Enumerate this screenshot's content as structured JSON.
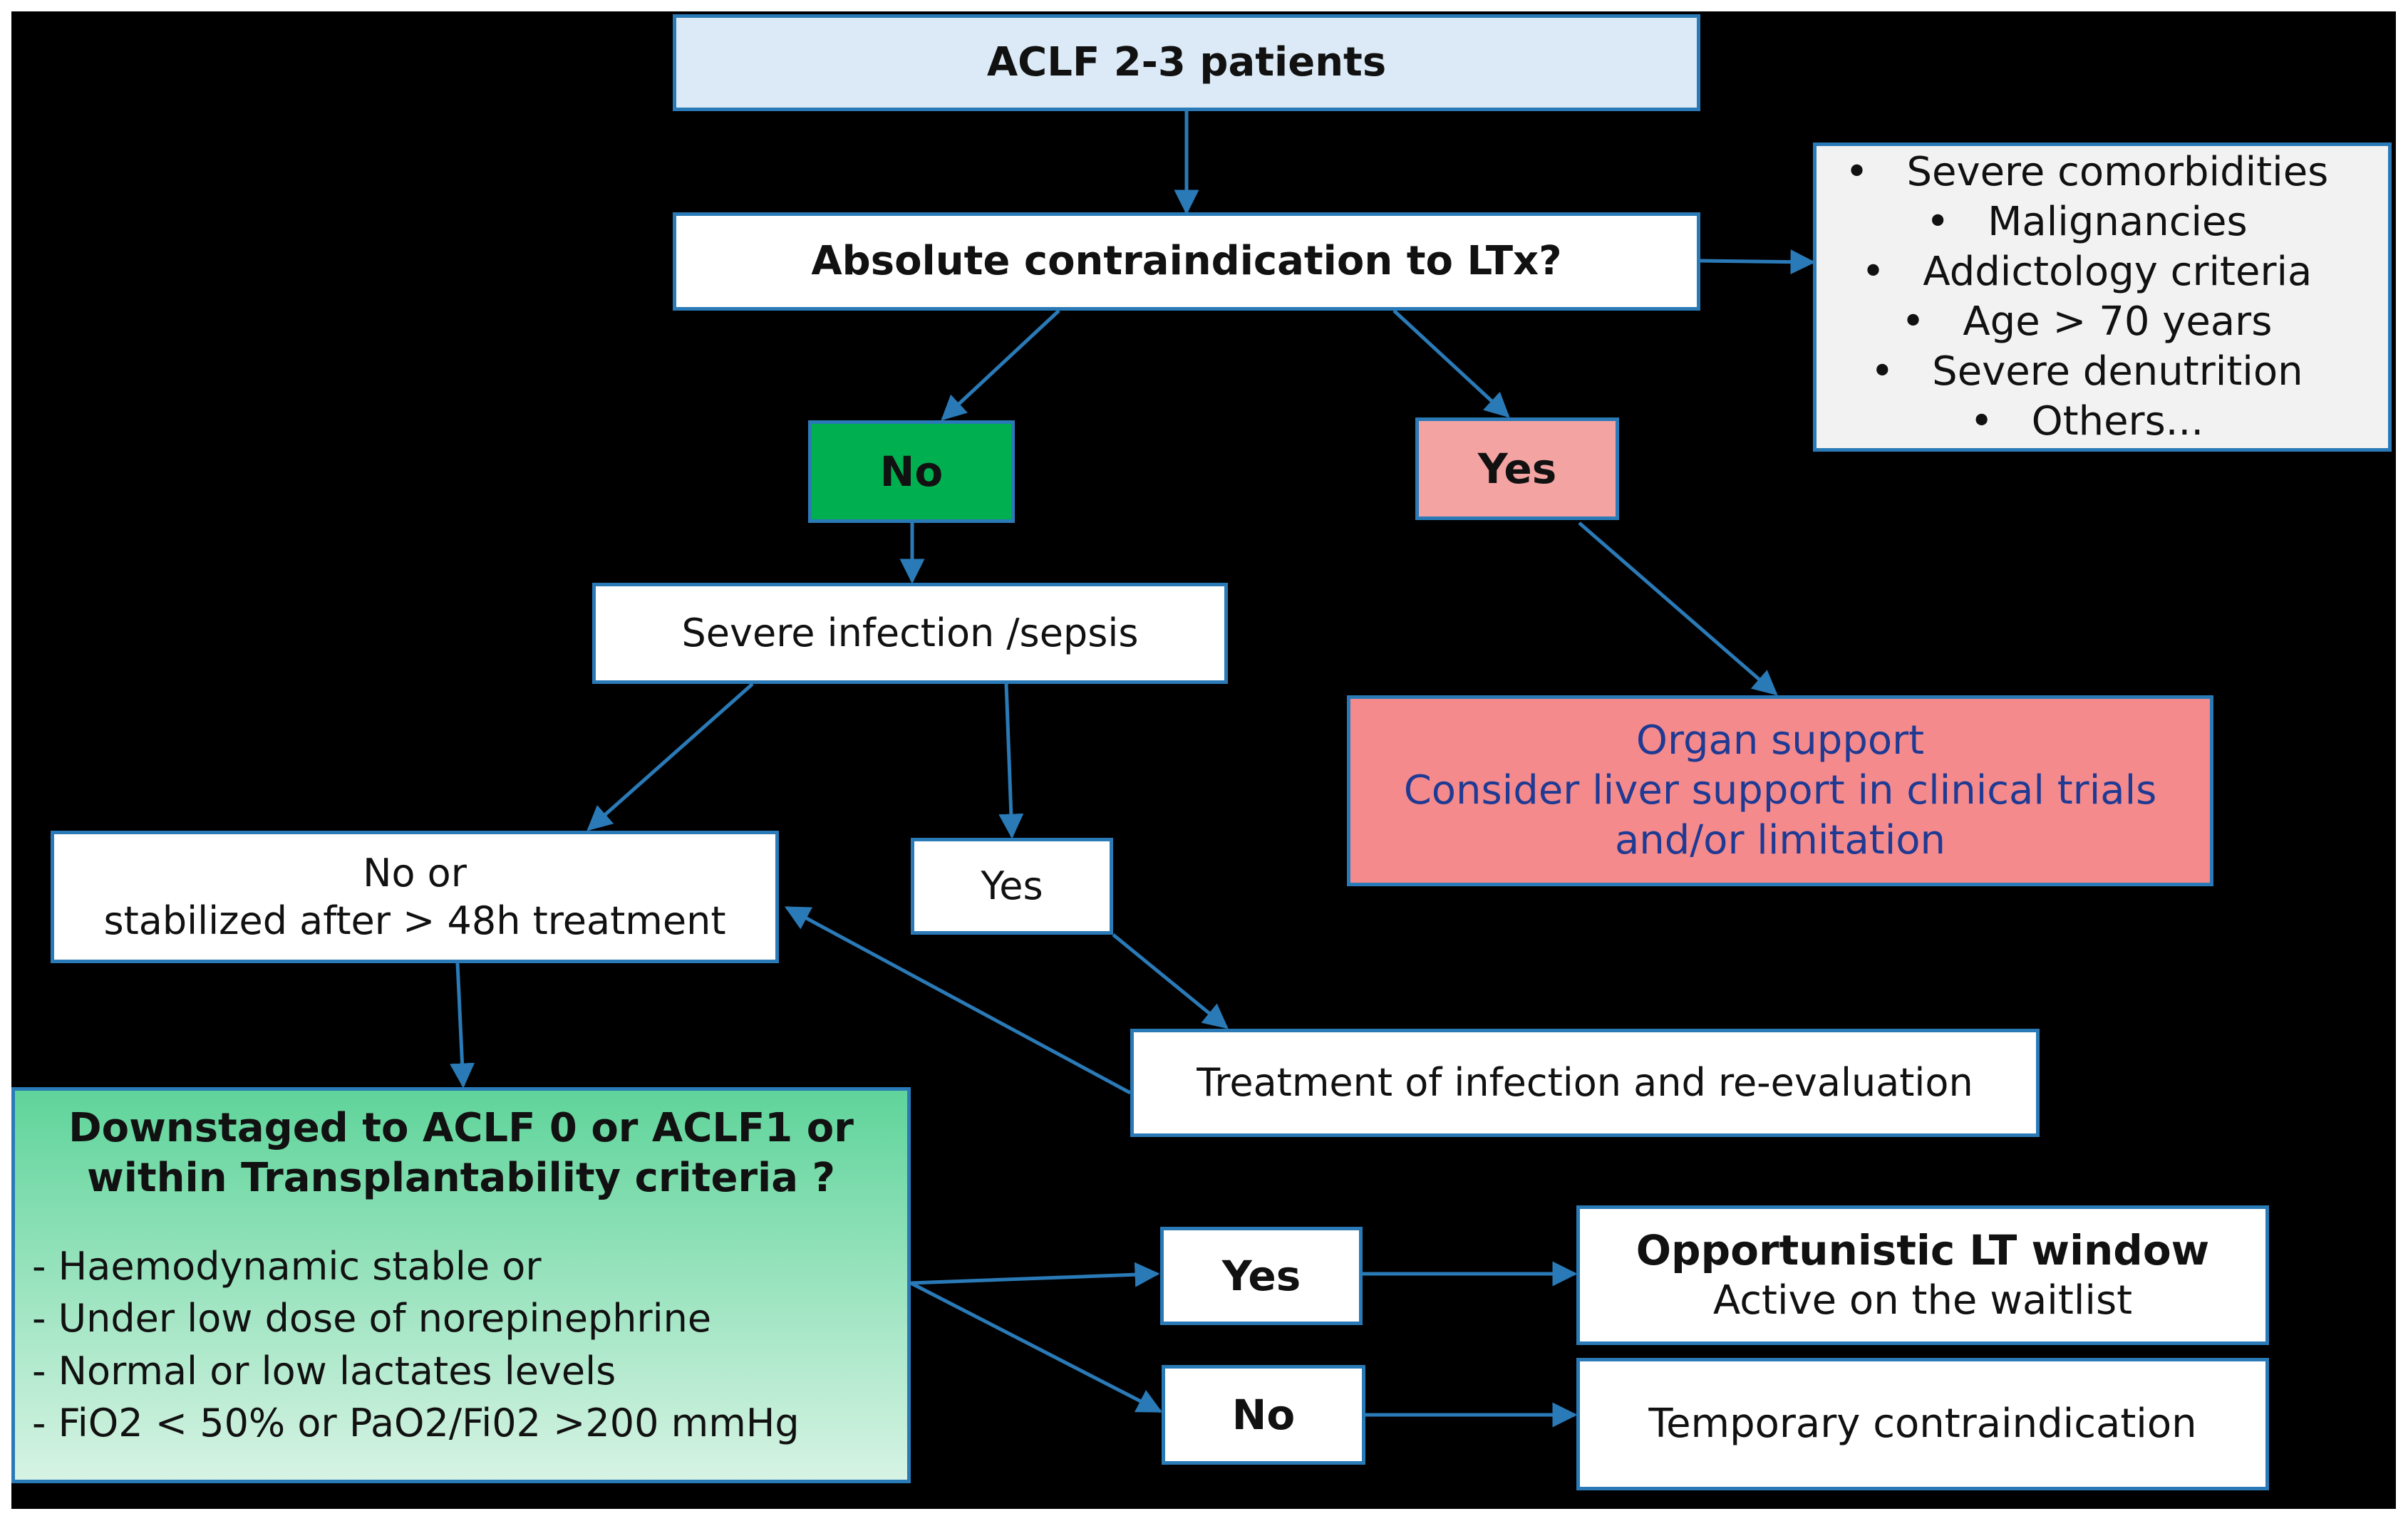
{
  "nodes": {
    "start": "ACLF 2-3 patients",
    "question": "Absolute contraindication to LTx?",
    "contra_list": [
      "Severe comorbidities",
      "Malignancies",
      "Addictology  criteria",
      "Age > 70  years",
      "Severe denutrition",
      "Others..."
    ],
    "no_1": "No",
    "yes_1": "Yes",
    "infection": "Severe infection /sepsis",
    "organ_support": [
      "Organ support",
      "Consider liver support in clinical trials",
      "and/or limitation"
    ],
    "stabilized": [
      "No or",
      "stabilized after > 48h treatment"
    ],
    "yes_2": "Yes",
    "treatment": "Treatment of infection and re-evaluation",
    "downstaged_title": [
      "Downstaged to ACLF 0 or ACLF1 or",
      "within Transplantability criteria ?"
    ],
    "downstaged_items": [
      "-  Haemodynamic stable or",
      "-  Under low dose of norepinephrine",
      "-  Normal or  low lactates levels",
      "-  FiO2 < 50%  or PaO2/Fi02 >200 mmHg"
    ],
    "yes_3": "Yes",
    "no_3": "No",
    "opportunistic_title": "Opportunistic LT window",
    "opportunistic_sub": "Active on the waitlist",
    "temporary": "Temporary contraindication"
  },
  "colors": {
    "background": "#000000",
    "border": "#2a7ab7",
    "arrow": "#2a7ab7",
    "start_fill": "#dbeaf6",
    "no_fill": "#00b050",
    "yes_fill": "#f4a3a3",
    "contra_fill": "#f2f2f2",
    "organ_fill": "#f58a8c",
    "organ_text": "#1f3a93",
    "downstaged_fill": "#5fd49a"
  }
}
